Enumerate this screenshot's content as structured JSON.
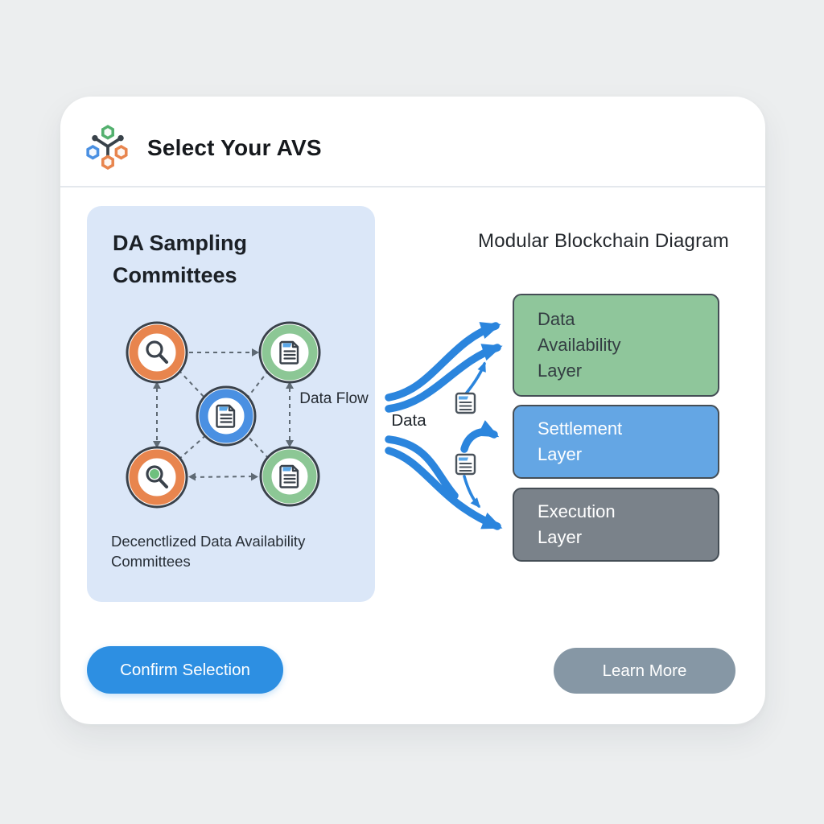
{
  "window": {
    "title": "Select Your AVS"
  },
  "left_panel": {
    "title": "DA Sampling Committees",
    "data_flow_label": "Data Flow",
    "caption": "Decenctlized Data Availability Committees",
    "nodes": [
      {
        "icon": "search-icon",
        "ring_color": "#E8854E"
      },
      {
        "icon": "document-icon",
        "ring_color": "#8CC795"
      },
      {
        "icon": "document-icon",
        "ring_color": "#4A90E2"
      },
      {
        "icon": "search-found-icon",
        "ring_color": "#E8854E"
      },
      {
        "icon": "document-icon",
        "ring_color": "#8CC795"
      }
    ]
  },
  "right_panel": {
    "title": "Modular Blockchain Diagram",
    "data_label": "Data",
    "layers": [
      {
        "lines": [
          "Data",
          "Availability",
          "Layer"
        ],
        "fill": "#8FC69B",
        "text_color": "#333D42"
      },
      {
        "lines": [
          "Settlement",
          "Layer"
        ],
        "fill": "#64A6E4",
        "text_color": "#FFFFFF"
      },
      {
        "lines": [
          "Execution",
          "Layer"
        ],
        "fill": "#7A828A",
        "text_color": "#FFFFFF"
      }
    ]
  },
  "buttons": {
    "confirm": "Confirm Selection",
    "learn_more": "Learn More"
  },
  "colors": {
    "page_bg": "#ECEEEF",
    "card_bg": "#FFFFFF",
    "panel_bg": "#DBE7F8",
    "arrow_blue": "#2B85DD",
    "dashed_line": "#5F6A74",
    "confirm_button": "#2D8FE2",
    "learn_more_button": "#8697A5"
  }
}
